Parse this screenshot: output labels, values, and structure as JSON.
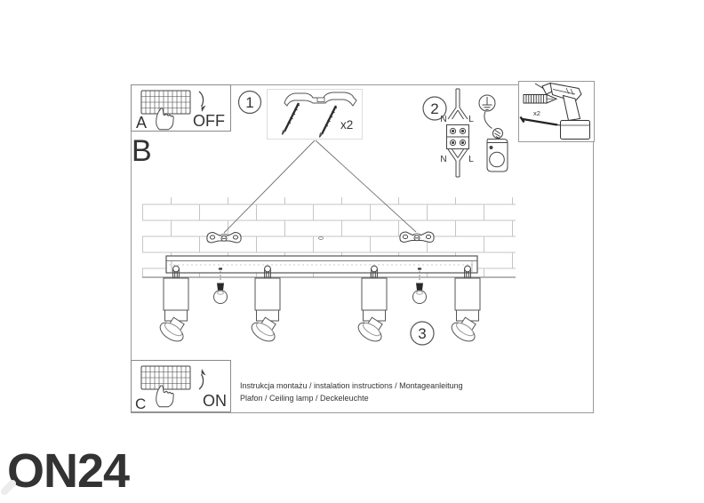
{
  "sheet": {
    "section_a": "A",
    "section_b": "B",
    "section_c": "C",
    "switch_off": "OFF",
    "switch_on": "ON",
    "step_1": "1",
    "step_2": "2",
    "step_3": "3",
    "bracket_qty": "x2",
    "wall_plug_qty": "x2",
    "wire_top_n": "N",
    "wire_top_l": "L",
    "wire_bottom_n": "N",
    "wire_bottom_l": "L",
    "footer_line_1": "Instrukcja montażu / instalation instructions / Montageanleitung",
    "footer_line_2": "Plafon / Ceiling lamp / Deckeleuchte"
  },
  "watermark": {
    "text": "ON24"
  },
  "icons": {
    "switch": "rocker-switch-icon",
    "hand": "pressing-hand-icon",
    "arrow_off": "curved-arrow-down-icon",
    "arrow_on": "curved-arrow-up-icon",
    "bracket": "mounting-bracket-icon",
    "screws": "screw-icon",
    "earth": "earth-ground-icon",
    "terminal": "terminal-block-icon",
    "clamp": "cable-clamp-icon",
    "drill": "cordless-drill-icon",
    "wall_plug": "wall-plug-icon",
    "bulb": "bulb-icon",
    "spotlight": "spotlight-icon",
    "magnifier": "magnifier-o-logo"
  },
  "colors": {
    "line_art": "#3f3f3f",
    "brick_joint": "#c6c6c6",
    "frame_border": "#9a9a9a",
    "footer_text": "#4a4a4a",
    "watermark": "#ececec"
  }
}
